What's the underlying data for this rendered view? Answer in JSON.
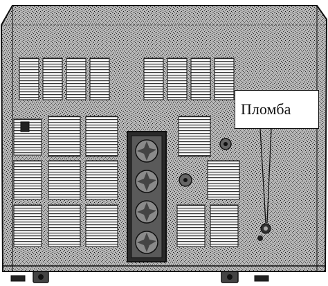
{
  "callout": {
    "label": "Пломба"
  },
  "colors": {
    "ink": "#111111",
    "cabinet_fill": "#9c9c9c",
    "paper": "#ffffff"
  },
  "figure": {
    "icons": [
      "equipment-cabinet",
      "vent-grille",
      "fan-icon",
      "seal-icon",
      "caster-wheel",
      "leveling-foot"
    ]
  }
}
